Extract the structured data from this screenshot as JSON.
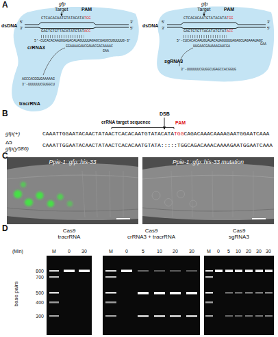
{
  "diagram": {
    "nodes": [
      {
        "text": [
          "Ppie-1::gfp::his-33"
        ]
      },
      {
        "text": [
          "Ppie-1::gfp::his-33 mutation"
        ]
      }
    ],
    "labels": [
      "A",
      "gfp",
      "Target",
      "PAM",
      "dsDNA",
      "5'",
      "3'",
      "CTCACACAATGTATACATA",
      "TGG",
      "GAGTGTGTTACATATGTAT",
      "ACC",
      "3'",
      "5'",
      "5'-CUCACACAAUGUAUACAUAGUUUUAGAGCUAUGCUGUUUUG-3'",
      "crRNA3",
      "GGAUAAGAUCGAUACGACAAAAC",
      "GAA",
      "tracrRNA",
      "AGCCACGGUGAAAAAG",
      "3'-UUUUUUCGUGGCU",
      "dsDNA",
      "gfp",
      "Target",
      "PAM",
      "5'",
      "3'",
      "CTCACACAATGTATACATA",
      "TGG",
      "GAGTGTGTTACATATGTAT",
      "ACC",
      "3'",
      "5'",
      "5'-CUCACACAAUGUAUACAUAGUUUUAGAGCUAGAAAUAGC",
      "UUGAACGAUAAAGAUCGA",
      "GAA",
      "sgRNA3",
      "3'-UUUUUUCGUGGCUGAGCCACGGUG",
      "B",
      "crRNA target sequence",
      "DSB",
      "PAM",
      "gfp(+)",
      "CAAATTGGAATACAACTATAACTCACACAATGTATACATA",
      "TGG",
      "CAGACAAACAAAAGAATGGAATCAAA",
      "Δ5",
      "gfp(y586)",
      "CAAATTGGAATACAACTATAACTCACACAATGTATA:::::TGGCAGACAAACAAAAGAATGGAATCAAA",
      "C",
      "D",
      "Cas9",
      "tracrRNA",
      "Cas9",
      "crRNA3 + tracrRNA",
      "Cas9",
      "sgRNA3",
      "(Min)",
      "M",
      "0",
      "30",
      "M",
      "0",
      "5",
      "10",
      "20",
      "30",
      "M",
      "0",
      "5",
      "10",
      "20",
      "30",
      "30",
      "800",
      "700",
      "500",
      "400",
      "300",
      "base pairs"
    ]
  }
}
